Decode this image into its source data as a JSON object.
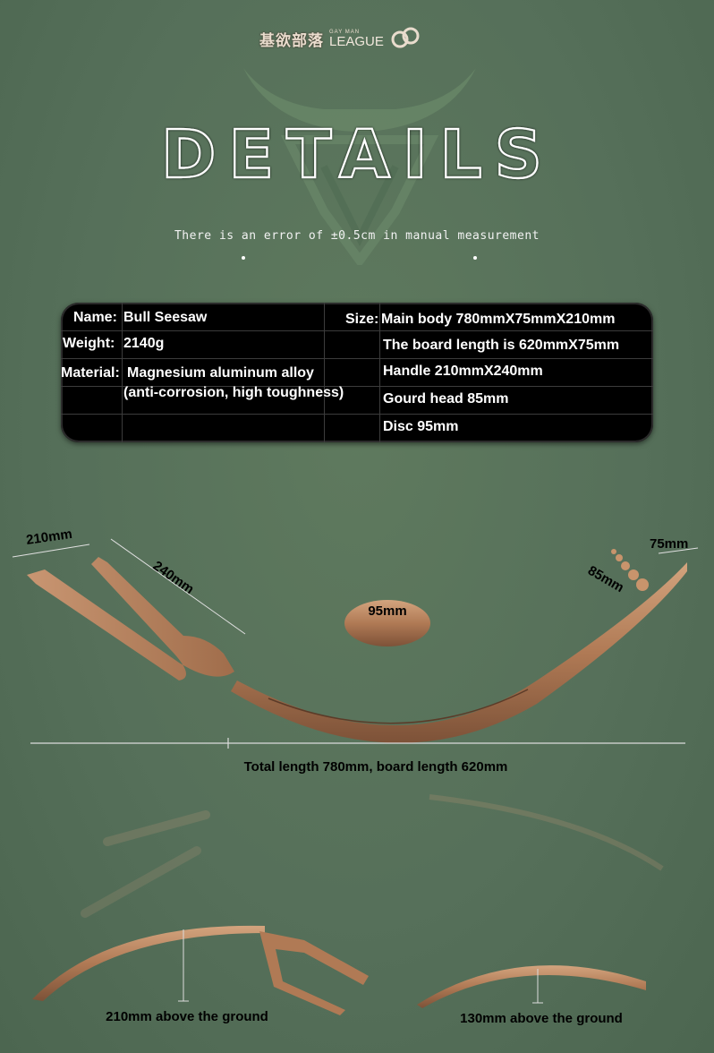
{
  "brand": {
    "name_cn": "基欲部落",
    "name_en_small": "GAY MAN",
    "name_en": "LEAGUE"
  },
  "title": "DETAILS",
  "note": "There is an error of ±0.5cm in manual measurement",
  "specs": {
    "name_label": "Name:",
    "name_value": "Bull Seesaw",
    "weight_label": "Weight:",
    "weight_value": "2140g",
    "material_label": "Material:",
    "material_value_1": "Magnesium aluminum alloy",
    "material_value_2": "(anti-corrosion, high toughness)",
    "size_label": "Size:",
    "size_values": [
      "Main body 780mmX75mmX210mm",
      "The board length is 620mmX75mm",
      "Handle 210mmX240mm",
      "Gourd head 85mm",
      "Disc 95mm"
    ]
  },
  "diagram": {
    "handle_width": "210mm",
    "handle_length": "240mm",
    "board_width": "75mm",
    "gourd_head": "85mm",
    "disc": "95mm",
    "total_caption": "Total length 780mm, board length 620mm",
    "height_front_caption": "210mm above the ground",
    "height_back_caption": "130mm above the ground"
  },
  "colors": {
    "background": "#5a755b",
    "bronze": "#b07a55",
    "table": "#000000"
  }
}
